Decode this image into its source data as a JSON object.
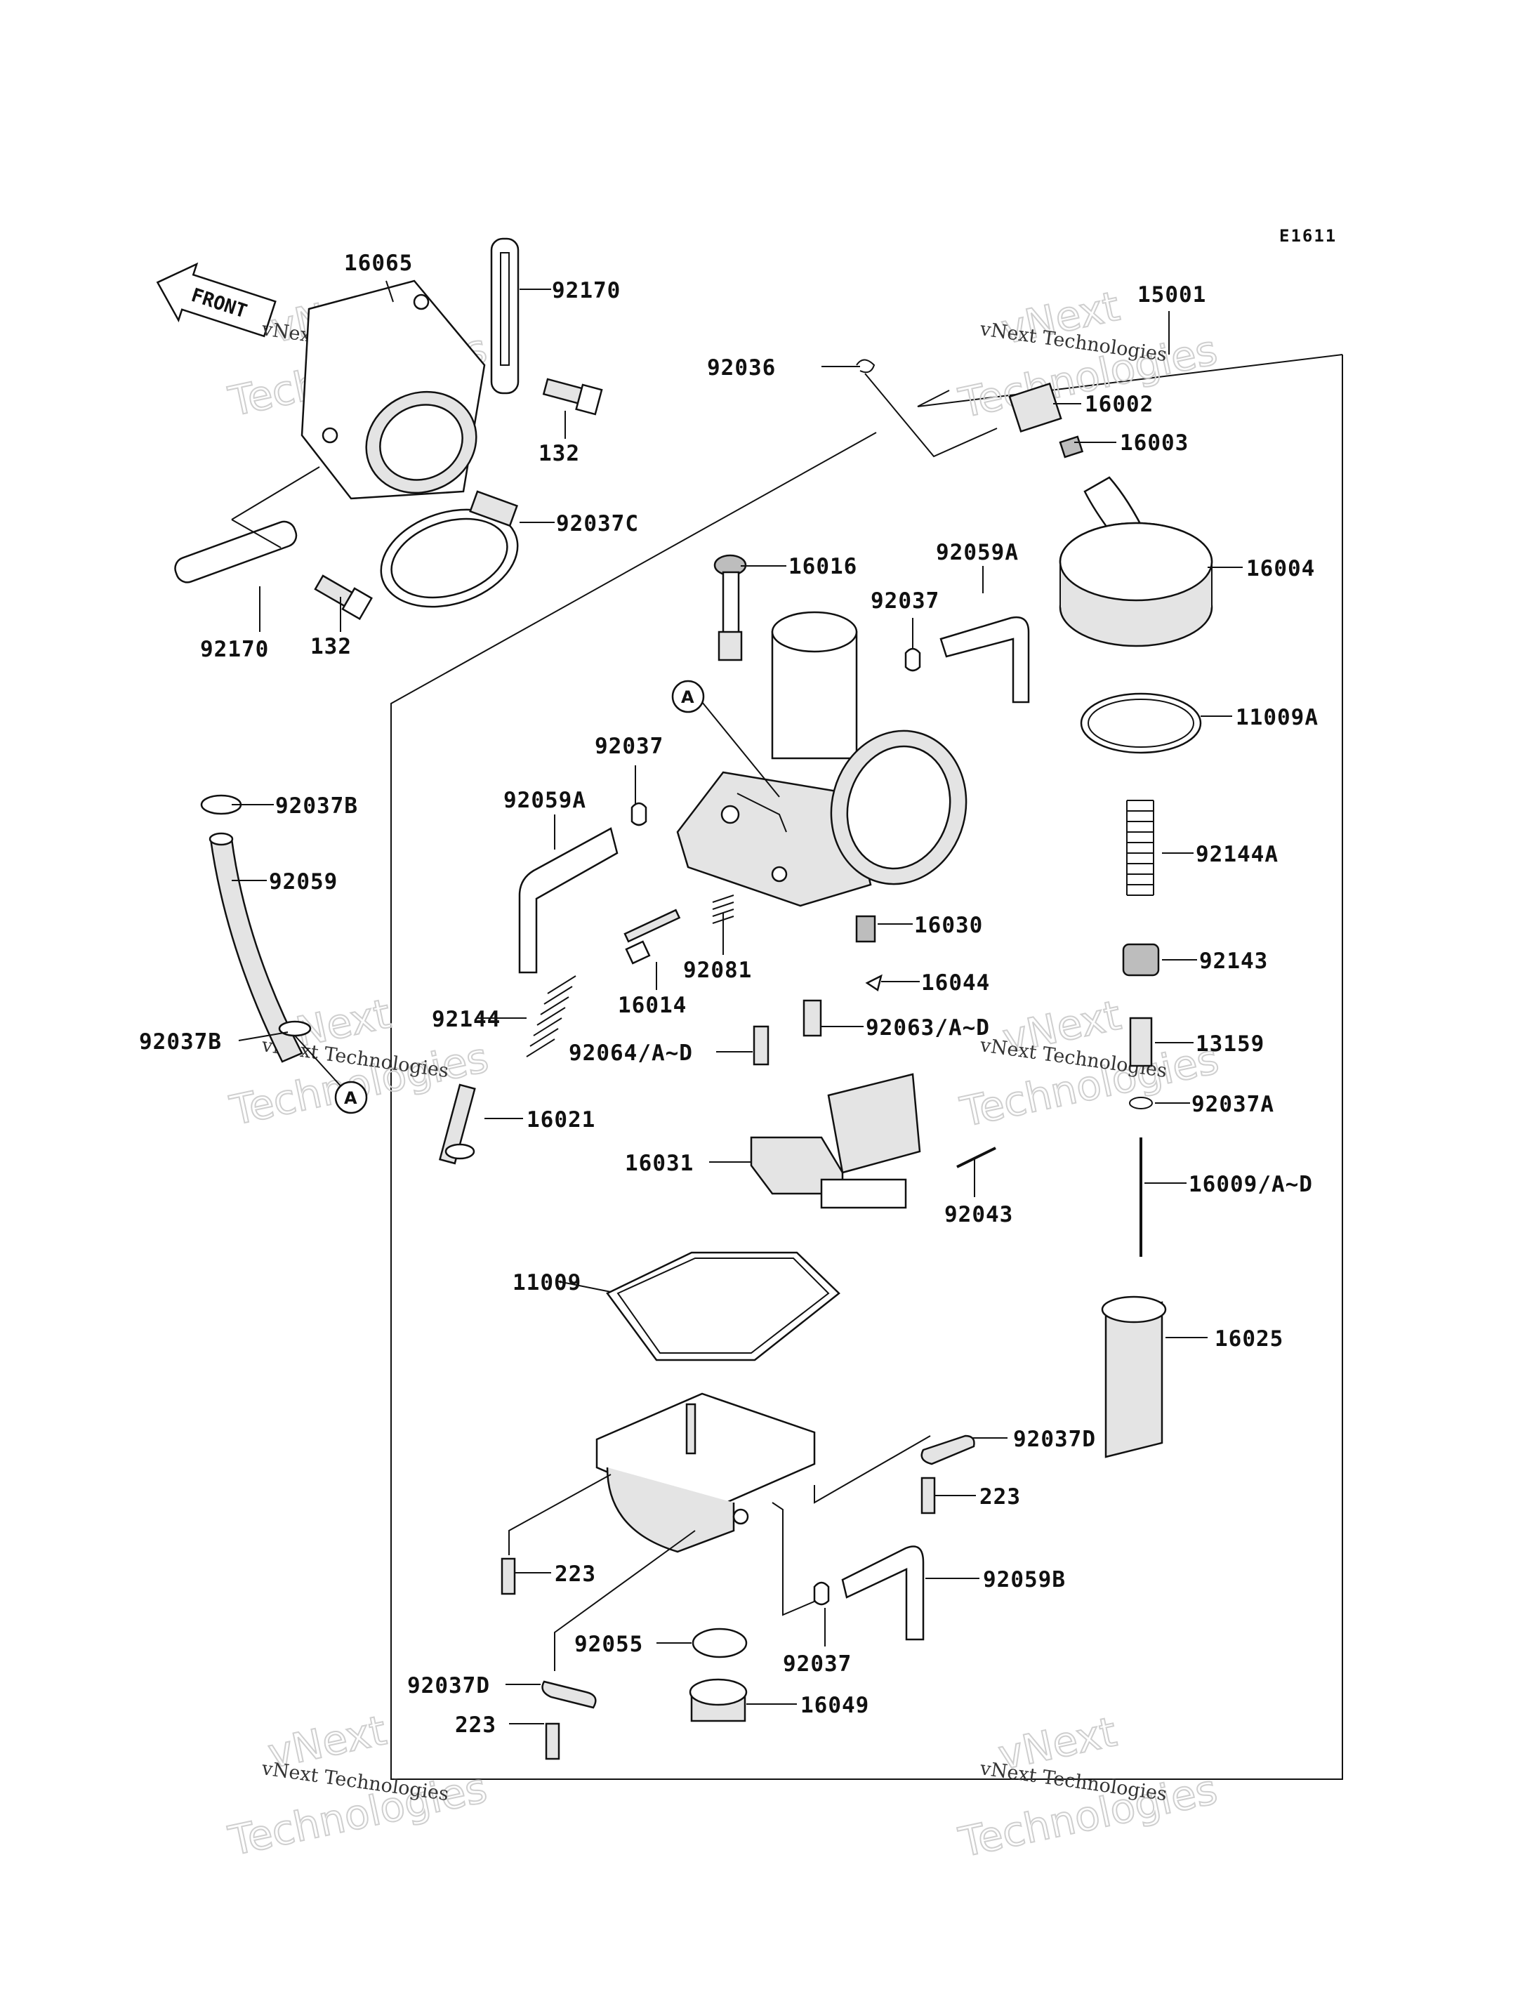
{
  "figure_code": "E1611",
  "front_label": "FRONT",
  "circle_callout": "A",
  "watermark": {
    "line1": "vNext",
    "line2": "Technologies",
    "small": "vNext Technologies"
  },
  "parts": {
    "p16065": "16065",
    "p92170_top": "92170",
    "p132_top": "132",
    "p92037C": "92037C",
    "p92170_bottom": "92170",
    "p132_bottom": "132",
    "p15001": "15001",
    "p92036": "92036",
    "p16002": "16002",
    "p16003": "16003",
    "p16004": "16004",
    "p16016": "16016",
    "p92059A_top": "92059A",
    "p92037_top": "92037",
    "p11009A": "11009A",
    "p92037_mid": "92037",
    "p92059A_mid": "92059A",
    "p92037B_top": "92037B",
    "p92059": "92059",
    "p92144A": "92144A",
    "p16030": "16030",
    "p92081": "92081",
    "p92143": "92143",
    "p16014": "16014",
    "p16044": "16044",
    "p92144": "92144",
    "p92063": "92063/A~D",
    "p92037B_bottom": "92037B",
    "p92064": "92064/A~D",
    "p13159": "13159",
    "p92037A": "92037A",
    "p16021": "16021",
    "p16031": "16031",
    "p16009": "16009/A~D",
    "p92043": "92043",
    "p11009": "11009",
    "p16025": "16025",
    "p92037D_right": "92037D",
    "p223_right": "223",
    "p223_left": "223",
    "p92059B": "92059B",
    "p92055": "92055",
    "p92037_bottom": "92037",
    "p92037D_left": "92037D",
    "p16049": "16049",
    "p223_bottom": "223"
  }
}
